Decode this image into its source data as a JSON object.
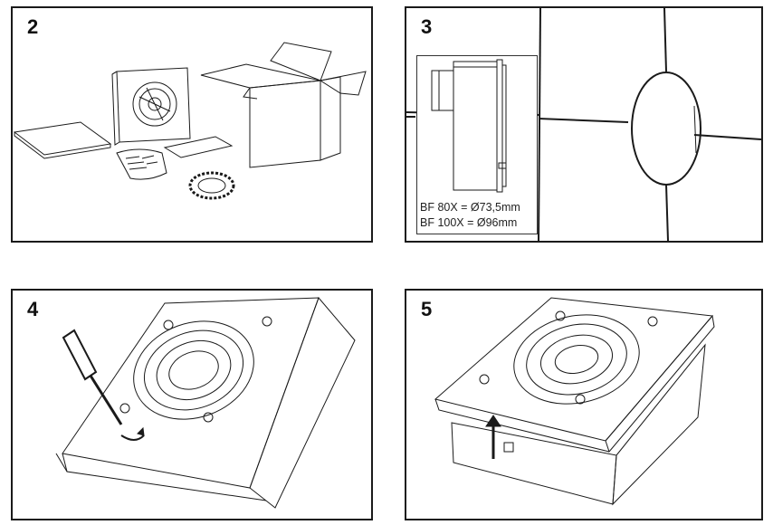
{
  "steps": [
    {
      "number": "2"
    },
    {
      "number": "3",
      "dimensions": [
        "BF 80X = Ø73,5mm",
        "BF 100X = Ø96mm"
      ]
    },
    {
      "number": "4"
    },
    {
      "number": "5"
    }
  ],
  "colors": {
    "line": "#1a1a1a",
    "background": "#ffffff"
  }
}
